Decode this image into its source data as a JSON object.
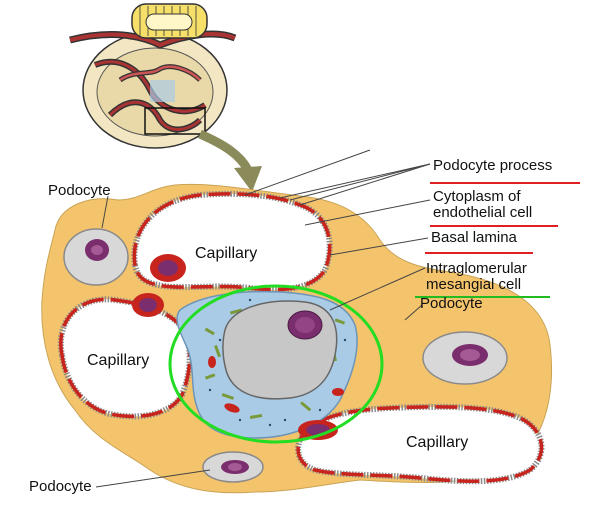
{
  "diagram": {
    "labels": {
      "podocyte_process": "Podocyte process",
      "cytoplasm_line1": "Cytoplasm of",
      "cytoplasm_line2": "endothelial cell",
      "basal_lamina": "Basal lamina",
      "mesangial_line1": "Intraglomerular",
      "mesangial_line2": "mesangial cell",
      "podocyte_top_left": "Podocyte",
      "podocyte_right": "Podocyte",
      "podocyte_bottom_left": "Podocyte",
      "capillary_top": "Capillary",
      "capillary_left": "Capillary",
      "capillary_bottom_right": "Capillary"
    },
    "colors": {
      "podocyte_fill": "#f4c46c",
      "capillary_fill": "#ffffff",
      "basement_membrane": "#8a8a8a",
      "endothelium": "#c8241e",
      "mesangium": "#a9cbe6",
      "nucleus": "#c7c7c7",
      "chromatin": "#7b2e6e",
      "highlight_circle": "#22dd22",
      "red_underline": "#e02020",
      "green_underline": "#22bb22",
      "arrow": "#8a8a5a"
    }
  }
}
